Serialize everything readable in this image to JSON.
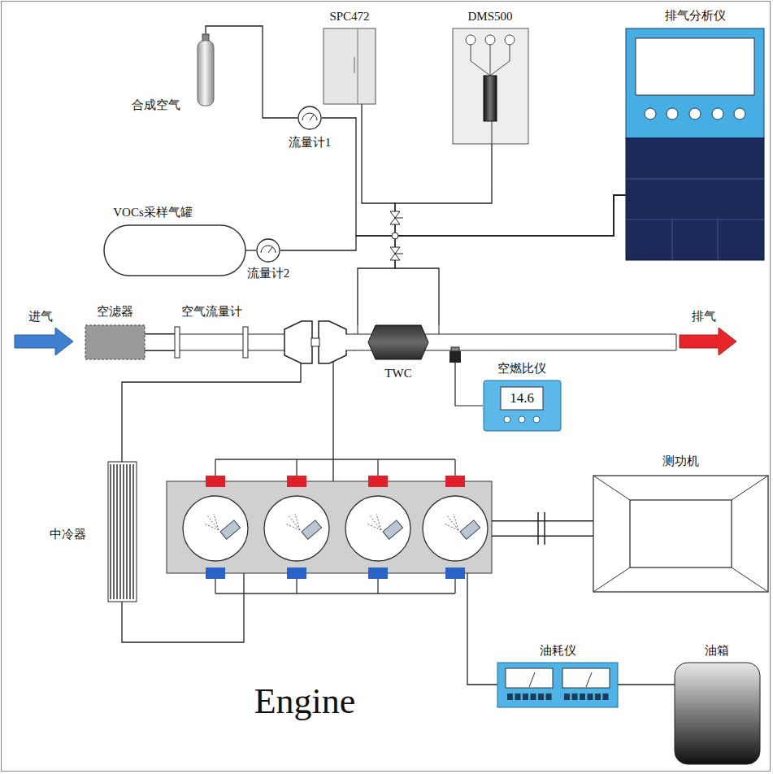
{
  "diagram": {
    "nodes": [
      {
        "text": [
          "SPC472"
        ]
      },
      {
        "text": [
          "DMS500"
        ]
      },
      {
        "text": [
          "排气分析仪"
        ]
      },
      {
        "text": [
          "合成空气"
        ]
      },
      {
        "text": [
          "VOCs采样气罐"
        ]
      },
      {
        "text": [
          "流量计1"
        ]
      },
      {
        "text": [
          "流量计2"
        ]
      },
      {
        "text": [
          "空滤器"
        ]
      },
      {
        "text": [
          "空气流量计"
        ]
      },
      {
        "text": [
          "TWC"
        ]
      },
      {
        "text": [
          "空燃比仪",
          "14.6"
        ]
      },
      {
        "text": [
          "测功机"
        ]
      },
      {
        "text": [
          "中冷器"
        ]
      },
      {
        "text": [
          "油耗仪"
        ]
      },
      {
        "text": [
          "油箱"
        ]
      },
      {
        "text": [
          "Engine"
        ]
      }
    ],
    "edges": [
      {
        "from": 3,
        "to": 5,
        "arrow": "none"
      },
      {
        "from": 4,
        "to": 6,
        "arrow": "none"
      },
      {
        "from": 5,
        "to": 2,
        "arrow": "none"
      },
      {
        "from": 6,
        "to": 2,
        "arrow": "none"
      },
      {
        "from": 0,
        "to": 2,
        "arrow": "none"
      },
      {
        "from": 1,
        "to": 2,
        "arrow": "none"
      },
      {
        "from": 9,
        "to": 2,
        "arrow": "none"
      },
      {
        "from": 9,
        "to": 2,
        "arrow": "none"
      },
      {
        "from": 7,
        "to": 8,
        "arrow": "none"
      },
      {
        "from": 8,
        "to": 12,
        "arrow": "none"
      },
      {
        "from": 12,
        "to": 15,
        "arrow": "none"
      },
      {
        "from": 15,
        "to": 9,
        "arrow": "none"
      },
      {
        "from": 15,
        "to": 11,
        "arrow": "none"
      },
      {
        "from": 15,
        "to": 13,
        "arrow": "none"
      },
      {
        "from": 13,
        "to": 14,
        "arrow": "none"
      }
    ],
    "labels": [
      "进气",
      "排气"
    ]
  }
}
